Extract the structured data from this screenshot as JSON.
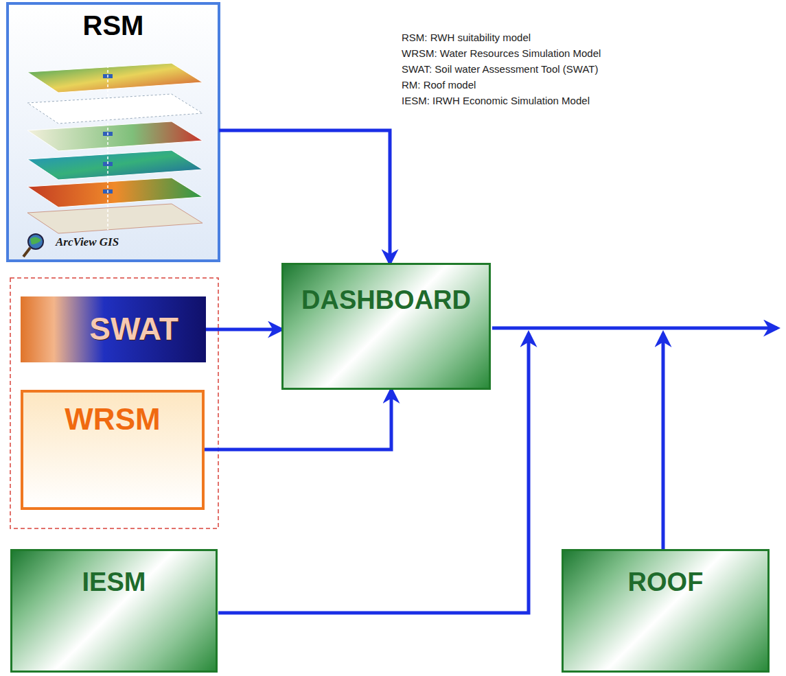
{
  "diagram": {
    "nodes": [
      {
        "text": [
          "RSM",
          "ArcView GIS"
        ]
      },
      {
        "text": [
          "SWAT"
        ]
      },
      {
        "text": [
          "DASHBOARD"
        ]
      },
      {
        "text": [
          "WRSM"
        ]
      },
      {
        "text": [
          "IESM"
        ]
      },
      {
        "text": [
          "ROOF"
        ]
      }
    ],
    "edges": [
      {
        "from": 0,
        "to": 2,
        "arrow": "to"
      },
      {
        "from": 1,
        "to": 2,
        "arrow": "to"
      },
      {
        "from": 3,
        "to": 2,
        "arrow": "to"
      }
    ],
    "labels": [
      "RSM: RWH suitability model",
      "WRSM: Water Resources Simulation Model",
      "SWAT: Soil water Assessment Tool (SWAT)",
      "RM: Roof model",
      "IESM: IRWH Economic Simulation Model"
    ]
  }
}
